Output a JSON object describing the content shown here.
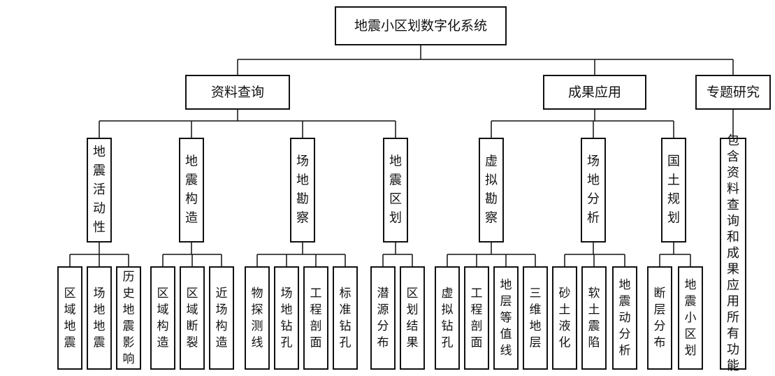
{
  "diagram": {
    "root": {
      "label": "地震小区划数字化系统"
    },
    "branches": [
      {
        "label": "资料查询",
        "children": [
          {
            "label": "地震活动性",
            "children": [
              "区域地震",
              "场地地震",
              "历史地震影响"
            ]
          },
          {
            "label": "地震构造",
            "children": [
              "区域构造",
              "区域断裂",
              "近场构造"
            ]
          },
          {
            "label": "场地勘察",
            "children": [
              "物探测线",
              "场地钻孔",
              "工程剖面",
              "标准钻孔"
            ]
          },
          {
            "label": "地震区划",
            "children": [
              "潜源分布",
              "区划结果"
            ]
          }
        ]
      },
      {
        "label": "成果应用",
        "children": [
          {
            "label": "虚拟勘察",
            "children": [
              "虚拟钻孔",
              "工程剖面",
              "地层等值线",
              "三维地层"
            ]
          },
          {
            "label": "场地分析",
            "children": [
              "砂土液化",
              "软土震陷",
              "地震动分析"
            ]
          },
          {
            "label": "国土规划",
            "children": [
              "断层分布",
              "地震小区划"
            ]
          }
        ]
      },
      {
        "label": "专题研究",
        "description": "包含资料查询和成果应用所有功能"
      }
    ]
  }
}
